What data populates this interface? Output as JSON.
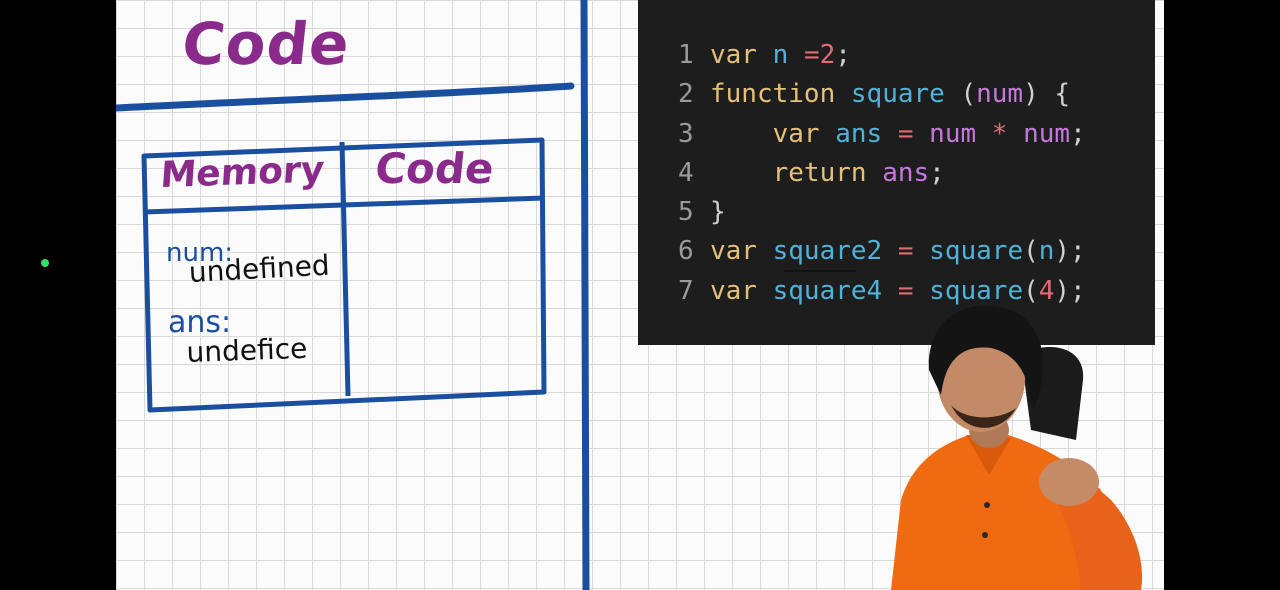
{
  "board": {
    "title": "Code",
    "context_table": {
      "headers": {
        "memory": "Memory",
        "code": "Code"
      },
      "memory_entries": [
        {
          "key": "num:",
          "value": "undefined"
        },
        {
          "key": "ans:",
          "value": "undefice"
        }
      ]
    }
  },
  "code_snippet": {
    "lines": [
      {
        "n": "1",
        "t": [
          "var ",
          "n ",
          "=",
          "2",
          ";"
        ]
      },
      {
        "n": "2",
        "t": [
          "function ",
          "square ",
          "(",
          "num",
          ") {"
        ]
      },
      {
        "n": "3",
        "t": [
          "    var ",
          "ans ",
          "= ",
          "num ",
          "* ",
          "num",
          ";"
        ]
      },
      {
        "n": "4",
        "t": [
          "    return ",
          "ans",
          ";"
        ]
      },
      {
        "n": "5",
        "t": [
          "}"
        ]
      },
      {
        "n": "6",
        "t": [
          "var ",
          "square2 ",
          "= ",
          "square",
          "(",
          "n",
          ");"
        ]
      },
      {
        "n": "7",
        "t": [
          "var ",
          "square4 ",
          "= ",
          "square",
          "(",
          "4",
          ");"
        ]
      }
    ]
  },
  "colors": {
    "marker_blue": "#1a4fa0",
    "marker_purple": "#8a2a8a",
    "code_bg": "#1d1d1d"
  }
}
